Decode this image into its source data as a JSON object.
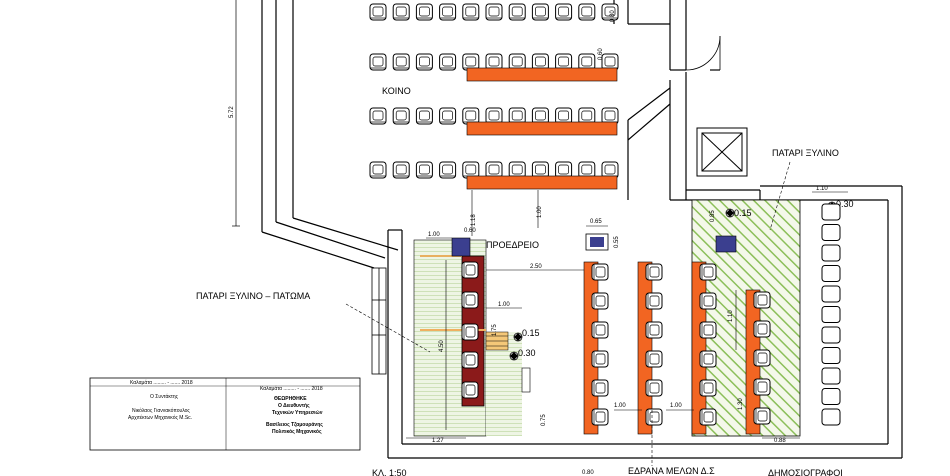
{
  "labels": {
    "koino": "ΚΟΙΝΟ",
    "proedreio": "ΠΡΟΕΔΡΕΙΟ",
    "patari_xylino_top": "ΠΑΤΑΡΙ ΞΥΛΙΝΟ",
    "patari_xylino_patoma": "ΠΑΤΑΡΙ ΞΥΛΙΝΟ – ΠΑΤΩΜΑ",
    "edrana_melon": "ΕΔΡΑΝΑ ΜΕΛΩΝ Δ.Σ",
    "dimosiografoi": "ΔΗΜΟΣΙΟΓΡΑΦΟΙ",
    "scale": "ΚΛ. 1:50",
    "level_015_a": "0.15",
    "level_030_a": "0.30",
    "level_015_b": "0.15",
    "level_030_b": "0.30"
  },
  "dimensions": {
    "d572": "5.72",
    "d080": "0.80",
    "d060": "0.60",
    "d100_left": "1.00",
    "d060b": "0.60",
    "d118": "1.18",
    "d100_mid": "1.00",
    "d065": "0.65",
    "d055": "0.55",
    "d250": "2.50",
    "d100_table": "1.00",
    "d175": "1.75",
    "d450": "4.50",
    "d075": "0.75",
    "d127": "1.27",
    "d100_a": "1.00",
    "d100_b": "1.00",
    "d085": "0.85",
    "d110": "1.10",
    "d088": "0.88",
    "d130": "1.30",
    "d110b": "1.10"
  },
  "title_block": {
    "date_left": "Καλαμάτα ......... - ....... 2018",
    "date_right": "Καλαμάτα ......... - ....... 2018",
    "composer_role": "Ο Συντάκτης",
    "composer_name": "Νικόλαος Γιαννακόπουλος",
    "composer_title": "Αρχιτέκτων Μηχανικός M.Sc.",
    "approved": "ΘΕΩΡΗΘΗΚΕ",
    "director": "Ο Διευθυντής",
    "service": "Τεχνικών Υπηρεσιών",
    "director_name": "Βασίλειος Τζαμουράνης",
    "director_title": "Πολιτικός Μηχανικός"
  },
  "colors": {
    "orange": "#f26522",
    "darkred": "#8b1a1a",
    "navy": "#3b3f8f",
    "green_hatch": "#8cbf5a",
    "floor_green": "#e6efd9",
    "wall": "#000000"
  }
}
